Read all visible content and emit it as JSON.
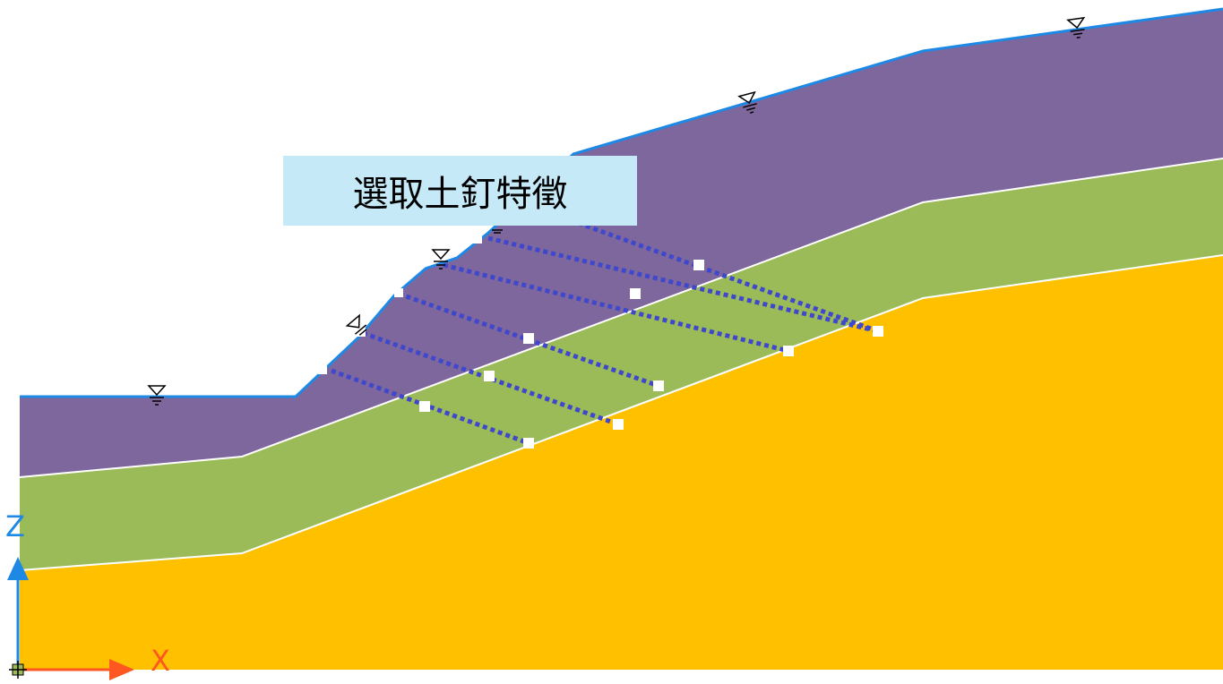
{
  "overlay": {
    "label": "選取土釘特徵"
  },
  "axes": {
    "z_label": "Z",
    "x_label": "X",
    "z_color": "#1e88e5",
    "x_color": "#ff5722"
  },
  "colors": {
    "top_soil": "#7e679d",
    "middle_soil": "#9bbb59",
    "bottom_soil": "#ffc000",
    "boundary_line": "#ffffff",
    "surface_line": "#1e88e5",
    "soil_nail": "#3f48cc"
  },
  "soil_nails": {
    "count": 6
  },
  "water_table_markers": {
    "count": 6
  }
}
